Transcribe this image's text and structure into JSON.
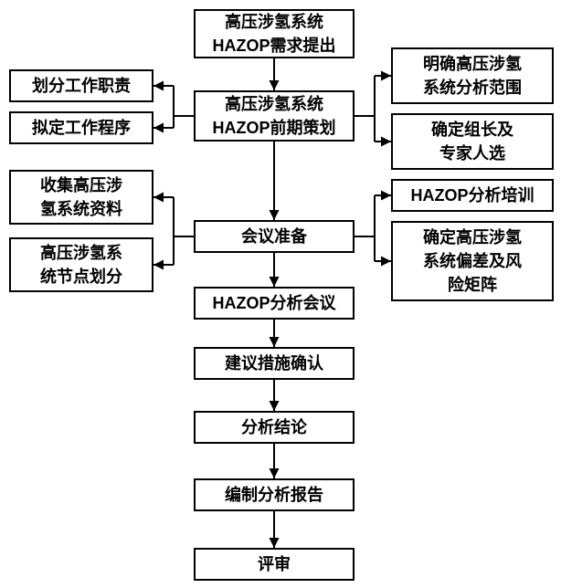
{
  "colors": {
    "line": "#000000",
    "box_border": "#000000",
    "box_fill": "#ffffff",
    "text": "#000000",
    "background": "#ffffff"
  },
  "flowchart": {
    "center": [
      {
        "label": "高压涉氢系统\nHAZOP需求提出"
      },
      {
        "label": "高压涉氢系统\nHAZOP前期策划"
      },
      {
        "label": "会议准备"
      },
      {
        "label": "HAZOP分析会议"
      },
      {
        "label": "建议措施确认"
      },
      {
        "label": "分析结论"
      },
      {
        "label": "编制分析报告"
      },
      {
        "label": "评审"
      }
    ],
    "left": [
      {
        "label": "划分工作职责"
      },
      {
        "label": "拟定工作程序"
      },
      {
        "label": "收集高压涉\n氢系统资料"
      },
      {
        "label": "高压涉氢系\n统节点划分"
      }
    ],
    "right": [
      {
        "label": "明确高压涉氢\n系统分析范围"
      },
      {
        "label": "确定组长及\n专家人选"
      },
      {
        "label": "HAZOP分析培训"
      },
      {
        "label": "确定高压涉氢\n系统偏差及风\n险矩阵"
      }
    ]
  }
}
